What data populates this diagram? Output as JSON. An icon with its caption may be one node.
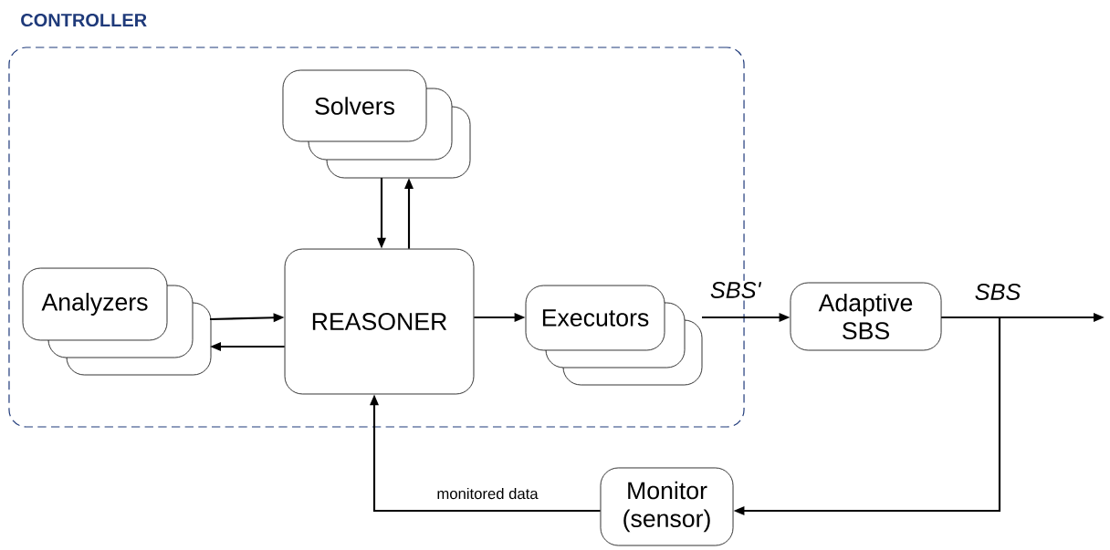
{
  "diagram": {
    "nodes": [
      {
        "text": [
          "CONTROLLER"
        ]
      },
      {
        "text": [
          "Solvers"
        ],
        "in": 0
      },
      {
        "text": [
          "Analyzers"
        ],
        "in": 0
      },
      {
        "text": [
          "REASONER"
        ],
        "in": 0
      },
      {
        "text": [
          "Executors"
        ],
        "in": 0
      },
      {
        "text": [
          "Adaptive SBS"
        ]
      },
      {
        "text": [
          "Monitor (sensor)"
        ]
      }
    ],
    "edges": [
      {
        "from": 1,
        "to": 3,
        "arrow": "to"
      },
      {
        "from": 3,
        "to": 1,
        "arrow": "to"
      },
      {
        "from": 2,
        "to": 3,
        "arrow": "to"
      },
      {
        "from": 3,
        "to": 2,
        "arrow": "to"
      },
      {
        "from": 3,
        "to": 4,
        "arrow": "to"
      },
      {
        "from": 4,
        "to": 5,
        "arrow": "to",
        "label": "*SBS'*"
      },
      {
        "from": 5,
        "to": null,
        "arrow": "to",
        "label": "*SBS*"
      },
      {
        "from": 5,
        "to": 6,
        "arrow": "to"
      },
      {
        "from": 6,
        "to": 3,
        "arrow": "to",
        "label": "monitored data"
      }
    ]
  }
}
